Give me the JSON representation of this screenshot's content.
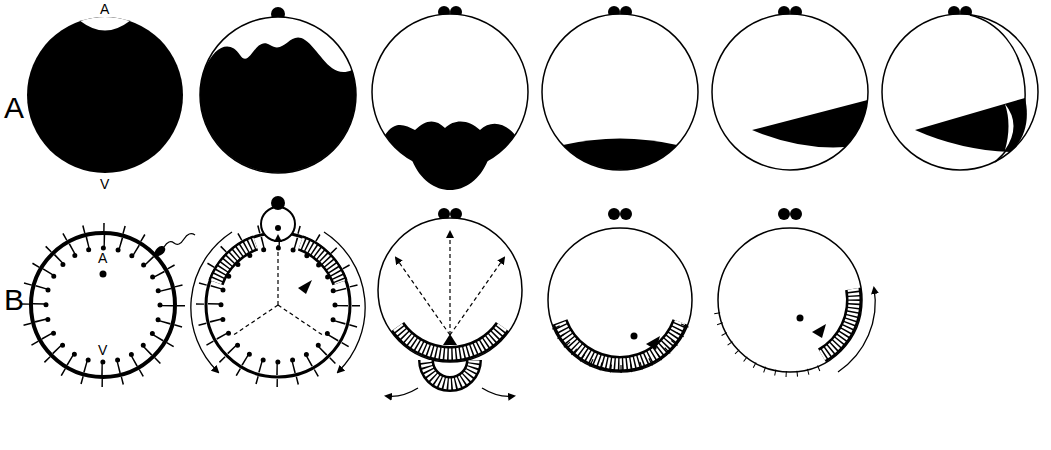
{
  "diagram": {
    "labels": [
      "A",
      "A",
      "V",
      "A",
      "B",
      "V"
    ]
  }
}
